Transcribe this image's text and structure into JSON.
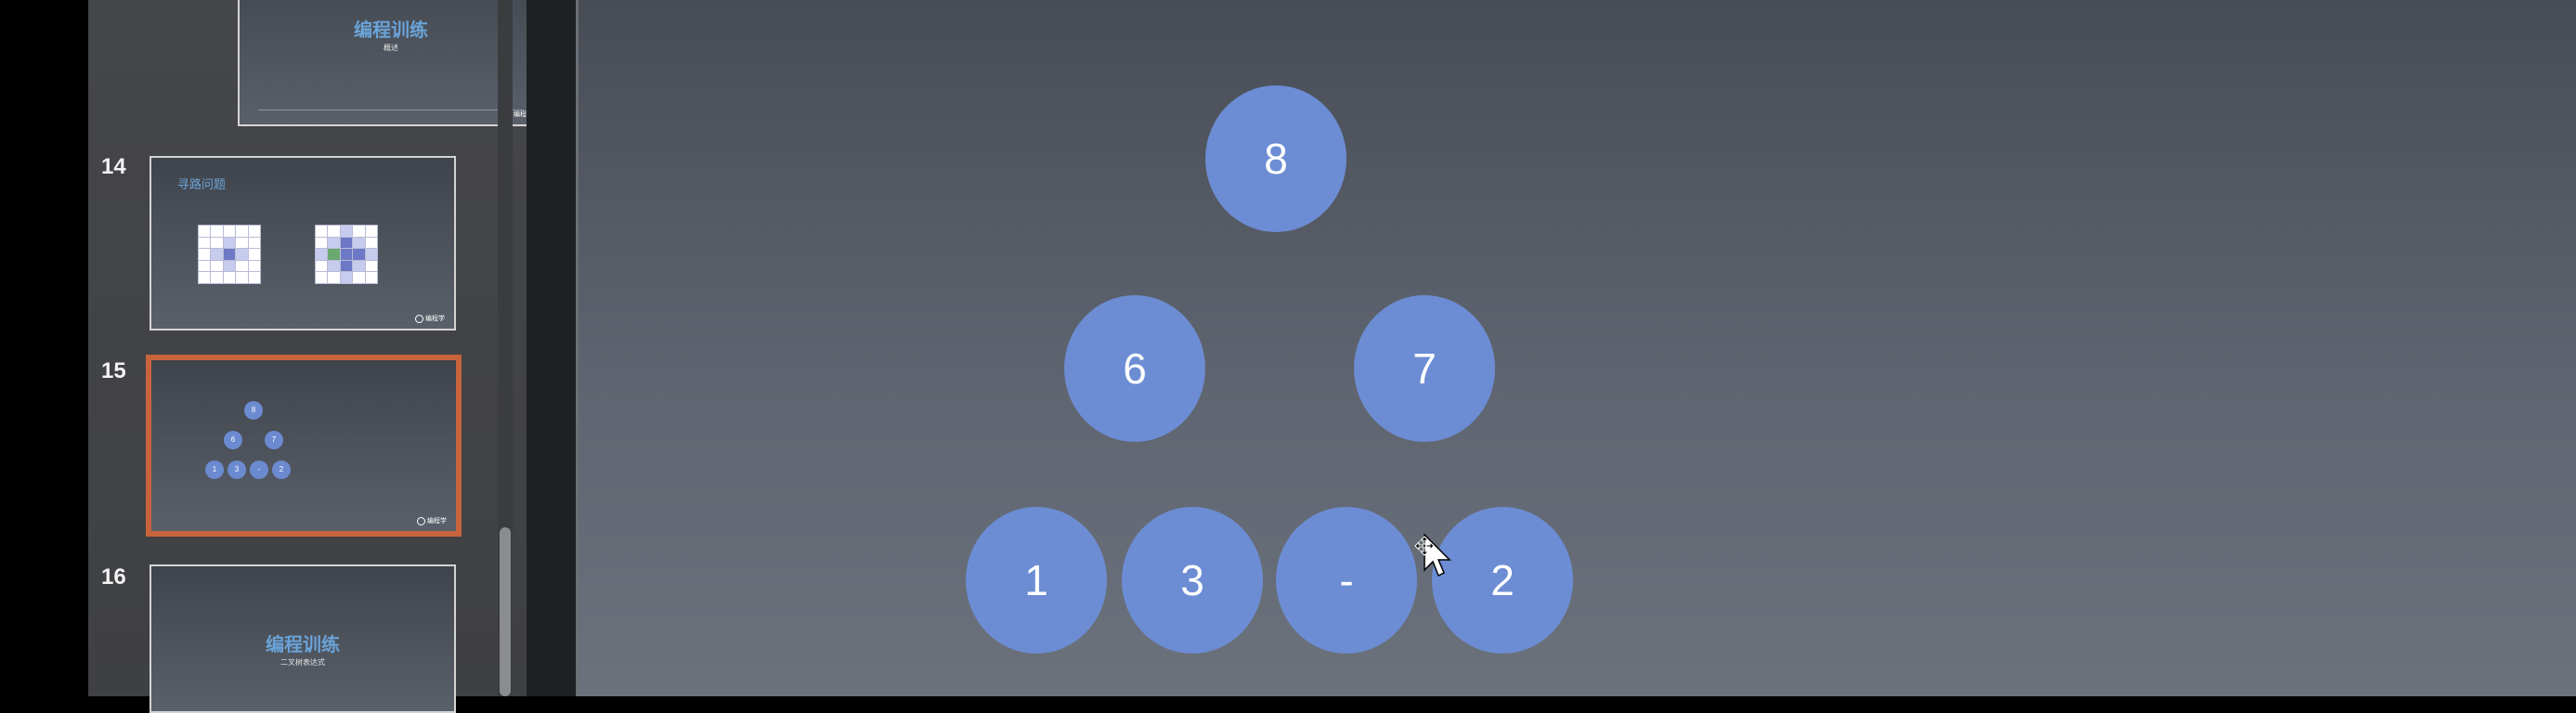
{
  "sidebar": {
    "slides": [
      {
        "number": "",
        "title": "编程训练",
        "subtitle": "概述",
        "logo": "编程学"
      },
      {
        "number": "14",
        "title": "寻路问题",
        "logo": "编程学"
      },
      {
        "number": "15",
        "selected": true,
        "mini_circles": [
          "8",
          "6",
          "7",
          "1",
          "3",
          "-",
          "2"
        ],
        "logo": "编程学"
      },
      {
        "number": "16",
        "title": "编程训练",
        "subtitle": "二叉树表达式"
      }
    ]
  },
  "slide": {
    "nodes": [
      "8",
      "6",
      "7",
      "1",
      "3",
      "-",
      "2"
    ]
  },
  "colors": {
    "node_fill": "#6c8dd4",
    "selection_border": "#c8643c"
  }
}
